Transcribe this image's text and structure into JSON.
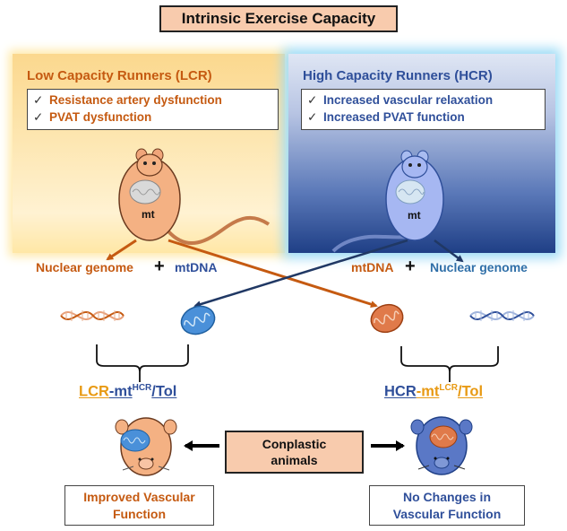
{
  "title": "Intrinsic Exercise Capacity",
  "lcr": {
    "title": "Low Capacity Runners (LCR)",
    "findings": [
      "Resistance artery dysfunction",
      "PVAT dysfunction"
    ],
    "rat_label": "mt"
  },
  "hcr": {
    "title": "High Capacity Runners (HCR)",
    "findings": [
      "Increased vascular relaxation",
      "Increased PVAT function"
    ],
    "rat_label": "mt"
  },
  "check_mark": "✓",
  "left_genomes": {
    "nuclear": "Nuclear genome",
    "plus": "+",
    "mtdna": "mtDNA"
  },
  "right_genomes": {
    "mtdna": "mtDNA",
    "plus": "+",
    "nuclear": "Nuclear genome"
  },
  "conplastic_left": {
    "strain": "LCR",
    "sep": "-mt",
    "sup": "HCR",
    "tail": "/Tol"
  },
  "conplastic_right": {
    "strain": "HCR",
    "sep": "-mt",
    "sup": "LCR",
    "tail": "/Tol"
  },
  "conplastic_label": "Conplastic animals",
  "outcome_left": "Improved Vascular Function",
  "outcome_right": "No Changes in Vascular Function",
  "colors": {
    "lcr": "#c55a11",
    "hcr": "#2f4f9a",
    "title_fill": "#f8cbad"
  }
}
